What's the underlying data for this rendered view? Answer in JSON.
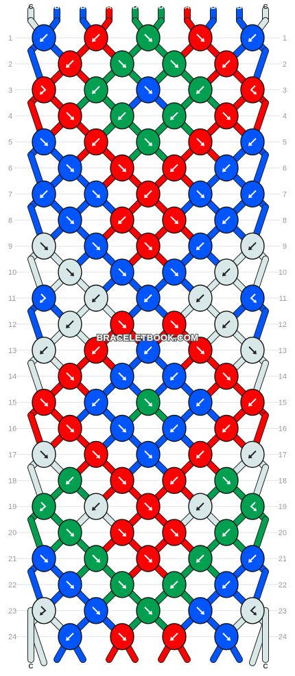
{
  "colors": {
    "A": "#ff0000",
    "B": "#0055ff",
    "C": "#d8e8e8",
    "D": "#00a050"
  },
  "strands_top": [
    "C",
    "B",
    "B",
    "A",
    "D",
    "D",
    "A",
    "B",
    "B",
    "C"
  ],
  "strands_bottom": [
    "C",
    "B",
    "B",
    "A",
    "D",
    "D",
    "A",
    "B",
    "B",
    "C"
  ],
  "row_labels": [
    "1",
    "2",
    "3",
    "4",
    "5",
    "6",
    "7",
    "8",
    "9",
    "10",
    "11",
    "12",
    "13",
    "14",
    "15",
    "16",
    "17",
    "18",
    "19",
    "20",
    "21",
    "22",
    "23",
    "24"
  ],
  "watermark": "BRACELETBOOK.COM",
  "knot_icons": {
    "r": "arrow-down-right-icon",
    "l": "arrow-down-left-icon",
    "rl": "arrow-right-then-left-icon",
    "lr": "arrow-left-then-right-icon"
  },
  "knots": [
    [
      [
        "B",
        "l"
      ],
      [
        "A",
        "l"
      ],
      [
        "D",
        "r"
      ],
      [
        "A",
        "r"
      ],
      [
        "B",
        "l"
      ]
    ],
    [
      [
        "A",
        "l"
      ],
      [
        "D",
        "r"
      ],
      [
        "D",
        "r"
      ],
      [
        "A",
        "l"
      ]
    ],
    [
      [
        "A",
        "rl"
      ],
      [
        "D",
        "l"
      ],
      [
        "B",
        "r"
      ],
      [
        "D",
        "l"
      ],
      [
        "A",
        "lr"
      ]
    ],
    [
      [
        "A",
        "r"
      ],
      [
        "D",
        "l"
      ],
      [
        "D",
        "l"
      ],
      [
        "A",
        "r"
      ]
    ],
    [
      [
        "B",
        "r"
      ],
      [
        "A",
        "l"
      ],
      [
        "D",
        "r"
      ],
      [
        "A",
        "r"
      ],
      [
        "B",
        "l"
      ]
    ],
    [
      [
        "B",
        "r"
      ],
      [
        "A",
        "r"
      ],
      [
        "A",
        "l"
      ],
      [
        "B",
        "l"
      ]
    ],
    [
      [
        "B",
        "l"
      ],
      [
        "B",
        "r"
      ],
      [
        "A",
        "l"
      ],
      [
        "B",
        "r"
      ],
      [
        "B",
        "l"
      ]
    ],
    [
      [
        "B",
        "r"
      ],
      [
        "A",
        "l"
      ],
      [
        "A",
        "r"
      ],
      [
        "B",
        "l"
      ]
    ],
    [
      [
        "C",
        "r"
      ],
      [
        "B",
        "r"
      ],
      [
        "A",
        "r"
      ],
      [
        "B",
        "l"
      ],
      [
        "C",
        "l"
      ]
    ],
    [
      [
        "C",
        "r"
      ],
      [
        "B",
        "r"
      ],
      [
        "B",
        "r"
      ],
      [
        "C",
        "l"
      ]
    ],
    [
      [
        "B",
        "rl"
      ],
      [
        "C",
        "l"
      ],
      [
        "B",
        "l"
      ],
      [
        "C",
        "l"
      ],
      [
        "B",
        "lr"
      ]
    ],
    [
      [
        "C",
        "l"
      ],
      [
        "A",
        "r"
      ],
      [
        "A",
        "r"
      ],
      [
        "C",
        "l"
      ]
    ],
    [
      [
        "C",
        "l"
      ],
      [
        "A",
        "l"
      ],
      [
        "B",
        "l"
      ],
      [
        "A",
        "r"
      ],
      [
        "C",
        "r"
      ]
    ],
    [
      [
        "A",
        "r"
      ],
      [
        "B",
        "r"
      ],
      [
        "B",
        "l"
      ],
      [
        "A",
        "r"
      ]
    ],
    [
      [
        "A",
        "r"
      ],
      [
        "B",
        "l"
      ],
      [
        "D",
        "r"
      ],
      [
        "B",
        "l"
      ],
      [
        "A",
        "l"
      ]
    ],
    [
      [
        "A",
        "r"
      ],
      [
        "B",
        "r"
      ],
      [
        "B",
        "l"
      ],
      [
        "A",
        "l"
      ]
    ],
    [
      [
        "C",
        "r"
      ],
      [
        "A",
        "r"
      ],
      [
        "B",
        "r"
      ],
      [
        "A",
        "l"
      ],
      [
        "C",
        "l"
      ]
    ],
    [
      [
        "D",
        "l"
      ],
      [
        "A",
        "r"
      ],
      [
        "A",
        "l"
      ],
      [
        "D",
        "r"
      ]
    ],
    [
      [
        "D",
        "rl"
      ],
      [
        "C",
        "l"
      ],
      [
        "A",
        "r"
      ],
      [
        "C",
        "l"
      ],
      [
        "D",
        "lr"
      ]
    ],
    [
      [
        "D",
        "r"
      ],
      [
        "A",
        "r"
      ],
      [
        "A",
        "r"
      ],
      [
        "D",
        "l"
      ]
    ],
    [
      [
        "B",
        "r"
      ],
      [
        "D",
        "r"
      ],
      [
        "A",
        "r"
      ],
      [
        "D",
        "l"
      ],
      [
        "B",
        "l"
      ]
    ],
    [
      [
        "B",
        "r"
      ],
      [
        "D",
        "r"
      ],
      [
        "D",
        "l"
      ],
      [
        "B",
        "l"
      ]
    ],
    [
      [
        "C",
        "rl"
      ],
      [
        "B",
        "r"
      ],
      [
        "D",
        "r"
      ],
      [
        "B",
        "r"
      ],
      [
        "C",
        "lr"
      ]
    ],
    [
      [
        "B",
        "l"
      ],
      [
        "A",
        "r"
      ],
      [
        "A",
        "l"
      ],
      [
        "B",
        "r"
      ]
    ]
  ]
}
